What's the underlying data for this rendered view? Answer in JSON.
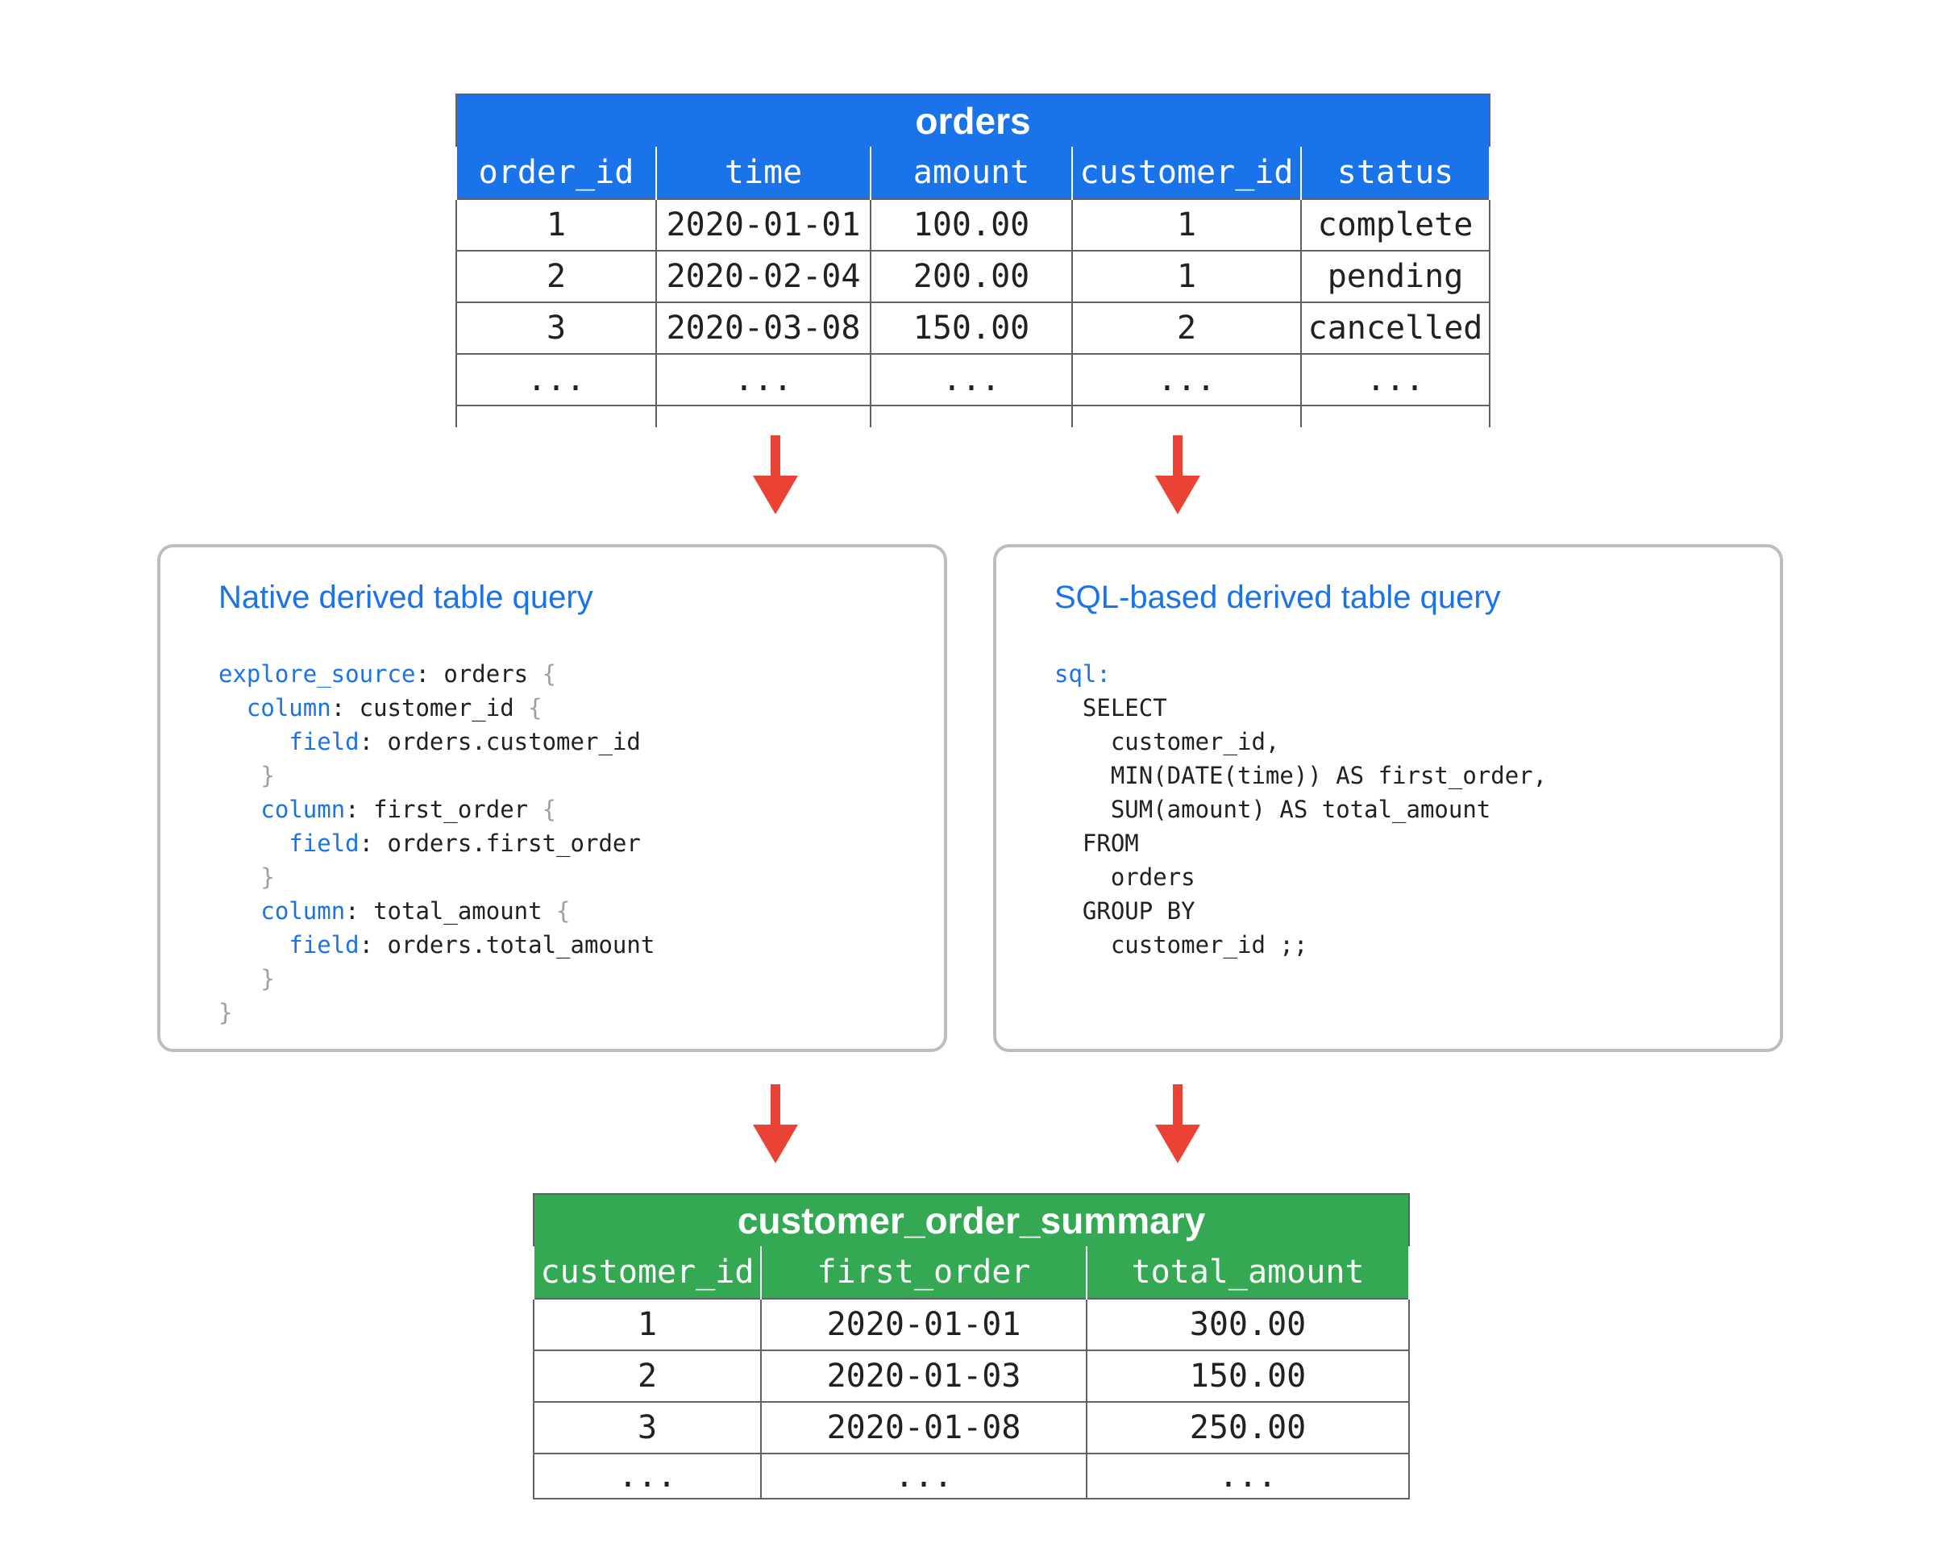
{
  "orders_table": {
    "title": "orders",
    "columns": [
      "order_id",
      "time",
      "amount",
      "customer_id",
      "status"
    ],
    "rows": [
      [
        "1",
        "2020-01-01",
        "100.00",
        "1",
        "complete"
      ],
      [
        "2",
        "2020-02-04",
        "200.00",
        "1",
        "pending"
      ],
      [
        "3",
        "2020-03-08",
        "150.00",
        "2",
        "cancelled"
      ],
      [
        "...",
        "...",
        "...",
        "...",
        "..."
      ]
    ],
    "header_color": "#1a73e8"
  },
  "native_panel": {
    "title": "Native derived table query",
    "code": [
      {
        "indent": "",
        "key": "explore_source",
        "sep": ": ",
        "value": "orders",
        "brace": " {"
      },
      {
        "indent": "  ",
        "key": "column",
        "sep": ": ",
        "value": "customer_id",
        "brace": " {"
      },
      {
        "indent": "     ",
        "key": "field",
        "sep": ": ",
        "value": "orders.customer_id",
        "brace": ""
      },
      {
        "indent": "   ",
        "key": "",
        "sep": "",
        "value": "",
        "brace": "}"
      },
      {
        "indent": "   ",
        "key": "column",
        "sep": ": ",
        "value": "first_order",
        "brace": " {"
      },
      {
        "indent": "     ",
        "key": "field",
        "sep": ": ",
        "value": "orders.first_order",
        "brace": ""
      },
      {
        "indent": "   ",
        "key": "",
        "sep": "",
        "value": "",
        "brace": "}"
      },
      {
        "indent": "   ",
        "key": "column",
        "sep": ": ",
        "value": "total_amount",
        "brace": " {"
      },
      {
        "indent": "     ",
        "key": "field",
        "sep": ": ",
        "value": "orders.total_amount",
        "brace": ""
      },
      {
        "indent": "   ",
        "key": "",
        "sep": "",
        "value": "",
        "brace": "}"
      },
      {
        "indent": "",
        "key": "",
        "sep": "",
        "value": "",
        "brace": "}"
      }
    ]
  },
  "sql_panel": {
    "title": "SQL-based derived table query",
    "code": [
      {
        "indent": "",
        "key": "sql:",
        "text": ""
      },
      {
        "indent": "  ",
        "key": "",
        "text": "SELECT"
      },
      {
        "indent": "    ",
        "key": "",
        "text": "customer_id,"
      },
      {
        "indent": "    ",
        "key": "",
        "text": "MIN(DATE(time)) AS first_order,"
      },
      {
        "indent": "    ",
        "key": "",
        "text": "SUM(amount) AS total_amount"
      },
      {
        "indent": "  ",
        "key": "",
        "text": "FROM"
      },
      {
        "indent": "    ",
        "key": "",
        "text": "orders"
      },
      {
        "indent": "  ",
        "key": "",
        "text": "GROUP BY"
      },
      {
        "indent": "    ",
        "key": "",
        "text": "customer_id ;;"
      }
    ]
  },
  "summary_table": {
    "title": "customer_order_summary",
    "columns": [
      "customer_id",
      "first_order",
      "total_amount"
    ],
    "rows": [
      [
        "1",
        "2020-01-01",
        "300.00"
      ],
      [
        "2",
        "2020-01-03",
        "150.00"
      ],
      [
        "3",
        "2020-01-08",
        "250.00"
      ],
      [
        "...",
        "...",
        "..."
      ]
    ],
    "header_color": "#34a853"
  },
  "colors": {
    "arrow": "#ea4335",
    "keyword": "#1a73e8",
    "brace": "#9aa0a6",
    "panel_border": "#bdbdbd"
  }
}
